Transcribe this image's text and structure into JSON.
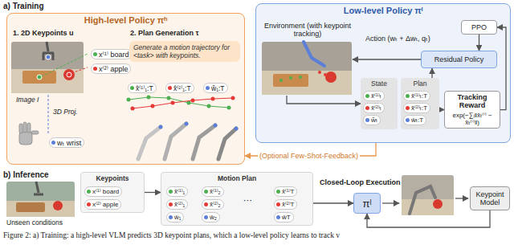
{
  "diagram": {
    "caption": "Figure 2: a) Training: a high-level VLM predicts 3D keypoint plans, which a low-level policy learns to track v",
    "nodes": [
      {
        "text": [
          "High-level Policy πʰ"
        ]
      },
      {
        "text": [
          "x⁽¹⁾ board"
        ],
        "in": 0
      },
      {
        "text": [
          "x⁽²⁾ apple"
        ],
        "in": 0
      },
      {
        "text": [
          "wₜ wrist"
        ],
        "in": 0
      },
      {
        "text": [
          "Generate a motion trajectory for <task> with keypoints."
        ],
        "in": 0
      },
      {
        "text": [
          "x̂⁽¹⁾₁:T"
        ],
        "in": 0
      },
      {
        "text": [
          "x̂⁽²⁾₁:T"
        ],
        "in": 0
      },
      {
        "text": [
          "ŵ₁:T"
        ],
        "in": 0
      },
      {
        "text": [
          "Low-level Policy πˡ"
        ]
      },
      {
        "text": [
          "Environment (with keypoint tracking)"
        ],
        "in": 8
      },
      {
        "text": [
          "State"
        ],
        "in": 8
      },
      {
        "text": [
          "x̃⁽¹⁾ₜ"
        ],
        "in": 10
      },
      {
        "text": [
          "x̃⁽²⁾ₜ"
        ],
        "in": 10
      },
      {
        "text": [
          "w̃ₜ"
        ],
        "in": 10
      },
      {
        "text": [
          "Plan"
        ],
        "in": 8
      },
      {
        "text": [
          "x̂⁽¹⁾ₜ:T"
        ],
        "in": 14
      },
      {
        "text": [
          "x̂⁽²⁾ₜ:T"
        ],
        "in": 14
      },
      {
        "text": [
          "ŵₜ:T"
        ],
        "in": 14
      },
      {
        "text": [
          "PPO"
        ],
        "in": 8
      },
      {
        "text": [
          "Residual Policy"
        ],
        "in": 8
      },
      {
        "text": [
          "Tracking Reward",
          "exp(−∑ᵢ‖x̂ₜ⁽ⁱ⁾ − x̃ₜ⁽ⁱ⁾‖)"
        ],
        "in": 8
      },
      {
        "text": [
          "Keypoints"
        ]
      },
      {
        "text": [
          "x⁽¹⁾ board"
        ],
        "in": 21
      },
      {
        "text": [
          "x⁽²⁾ apple"
        ],
        "in": 21
      },
      {
        "text": [
          "Motion Plan"
        ]
      },
      {
        "text": [
          "x̂⁽¹⁾₁"
        ],
        "in": 24
      },
      {
        "text": [
          "x̂⁽²⁾₁"
        ],
        "in": 24
      },
      {
        "text": [
          "ŵ₁"
        ],
        "in": 24
      },
      {
        "text": [
          "x̂⁽¹⁾₂"
        ],
        "in": 24
      },
      {
        "text": [
          "x̂⁽²⁾₂"
        ],
        "in": 24
      },
      {
        "text": [
          "ŵ₂"
        ],
        "in": 24
      },
      {
        "text": [
          "x̂⁽¹⁾T"
        ],
        "in": 24
      },
      {
        "text": [
          "x̂⁽²⁾T"
        ],
        "in": 24
      },
      {
        "text": [
          "ŵT"
        ],
        "in": 24
      },
      {
        "text": [
          "πˡ"
        ]
      },
      {
        "text": [
          "Keypoint Model"
        ]
      }
    ],
    "edges": [
      {
        "from": 19,
        "to": 9,
        "arrow": "to",
        "label": "Action (wₜ + Δwₜ, qₜ)"
      },
      {
        "from": 9,
        "to": 10,
        "arrow": "to"
      },
      {
        "from": 20,
        "to": 18,
        "arrow": "to"
      },
      {
        "from": 18,
        "to": 19,
        "arrow": "to"
      },
      {
        "from": 14,
        "to": 19,
        "arrow": "to"
      },
      {
        "from": 14,
        "to": 20,
        "arrow": "to"
      },
      {
        "from": 8,
        "to": 0,
        "arrow": "to",
        "label": "(Optional Few-Shot-Feedback)"
      },
      {
        "from": 21,
        "to": 24,
        "arrow": "to"
      },
      {
        "from": 24,
        "to": 34,
        "arrow": "to"
      },
      {
        "from": 35,
        "to": 34,
        "arrow": "to"
      }
    ],
    "labels": [
      "a) Training",
      "1. 2D Keypoints u",
      "2. Plan Generation τ",
      "Image I",
      "3D Proj.",
      "b) Inference",
      "Unseen conditions",
      "⋯",
      "Closed-Loop Execution"
    ]
  }
}
